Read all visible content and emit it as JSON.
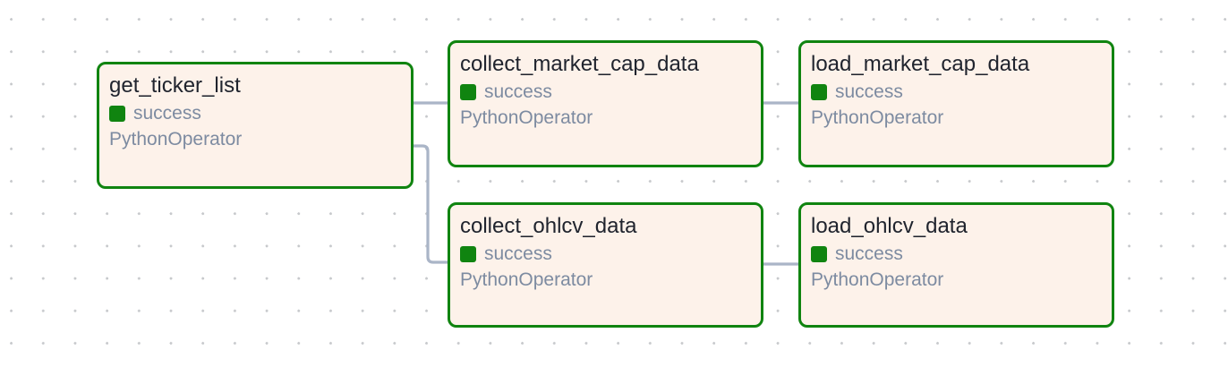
{
  "nodes": [
    {
      "id": "get_ticker_list",
      "title": "get_ticker_list",
      "status": "success",
      "operator": "PythonOperator"
    },
    {
      "id": "collect_market_cap_data",
      "title": "collect_market_cap_data",
      "status": "success",
      "operator": "PythonOperator"
    },
    {
      "id": "load_market_cap_data",
      "title": "load_market_cap_data",
      "status": "success",
      "operator": "PythonOperator"
    },
    {
      "id": "collect_ohlcv_data",
      "title": "collect_ohlcv_data",
      "status": "success",
      "operator": "PythonOperator"
    },
    {
      "id": "load_ohlcv_data",
      "title": "load_ohlcv_data",
      "status": "success",
      "operator": "PythonOperator"
    }
  ],
  "edges": [
    {
      "from": "get_ticker_list",
      "to": "collect_market_cap_data"
    },
    {
      "from": "get_ticker_list",
      "to": "collect_ohlcv_data"
    },
    {
      "from": "collect_market_cap_data",
      "to": "load_market_cap_data"
    },
    {
      "from": "collect_ohlcv_data",
      "to": "load_ohlcv_data"
    }
  ],
  "colors": {
    "success_green": "#108410",
    "node_fill": "#fdf2ea",
    "edge": "#aab5c7",
    "title_text": "#20242e",
    "muted_text": "#7d8ba1"
  }
}
